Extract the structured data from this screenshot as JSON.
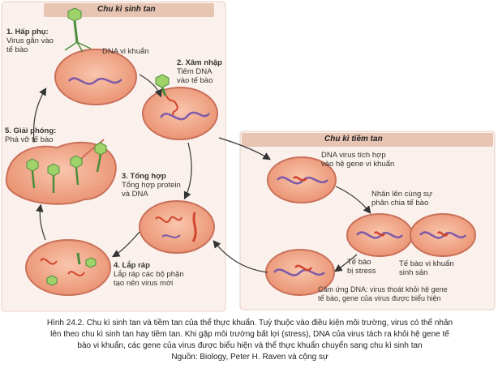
{
  "lytic": {
    "title": "Chu kì sinh tan",
    "step1": [
      "1. Hấp phụ:",
      "Virus gắn vào",
      "tế bào"
    ],
    "dna_label": "DNA vi khuẩn",
    "step2": [
      "2. Xâm nhập",
      "Tiêm DNA",
      "vào tế bào"
    ],
    "step3": [
      "3. Tổng hợp",
      "Tổng hợp protein",
      "và DNA"
    ],
    "step4": [
      "4. Lắp ráp",
      "Lắp ráp các bộ phận",
      "tạo nên virus mới"
    ],
    "step5": [
      "5. Giải phóng:",
      "Phá vỡ tế bào"
    ]
  },
  "lysogenic": {
    "title": "Chu kì tiềm tan",
    "integrate": [
      "DNA virus tích hợp",
      "vào hệ gene vi khuẩn"
    ],
    "divide": [
      "Nhân lên cùng sự",
      "phân chia tế bào"
    ],
    "stress": [
      "Tế bào",
      "bị stress"
    ],
    "reproduce": [
      "Tế bào vi khuẩn",
      "sinh sản"
    ],
    "induction": [
      "Cảm ứng DNA: virus thoát khỏi hệ gene",
      "tế bào, gene của virus được biểu hiện"
    ]
  },
  "caption": {
    "lines": [
      "Hình 24.2. Chu kì sinh tan và tiềm tan của thể thực khuẩn. Tuỳ thuộc vào điều kiện môi trường, virus có thể nhân",
      "lên theo chu kì sinh tan hay tiềm tan. Khi gặp môi trường bất lợi (stress), DNA của virus tách ra khỏi hệ gene tế",
      "bào vi khuẩn, các gene của virus được biểu hiện và thể thực khuẩn chuyển sang chu kì sinh tan",
      "Nguồn: Biology, Peter H. Raven và cộng sự"
    ]
  },
  "colors": {
    "cell_fill": "#f2a98a",
    "cell_stroke": "#c9705a",
    "panel_bg": "#fbf1ec",
    "title_bar": "#e8c4b2",
    "phage_head": "#9fd36a",
    "phage_stroke": "#4a8c3a",
    "dna": "#7d5aa8",
    "viral_dna": "#d2452d",
    "arrow": "#333333"
  }
}
